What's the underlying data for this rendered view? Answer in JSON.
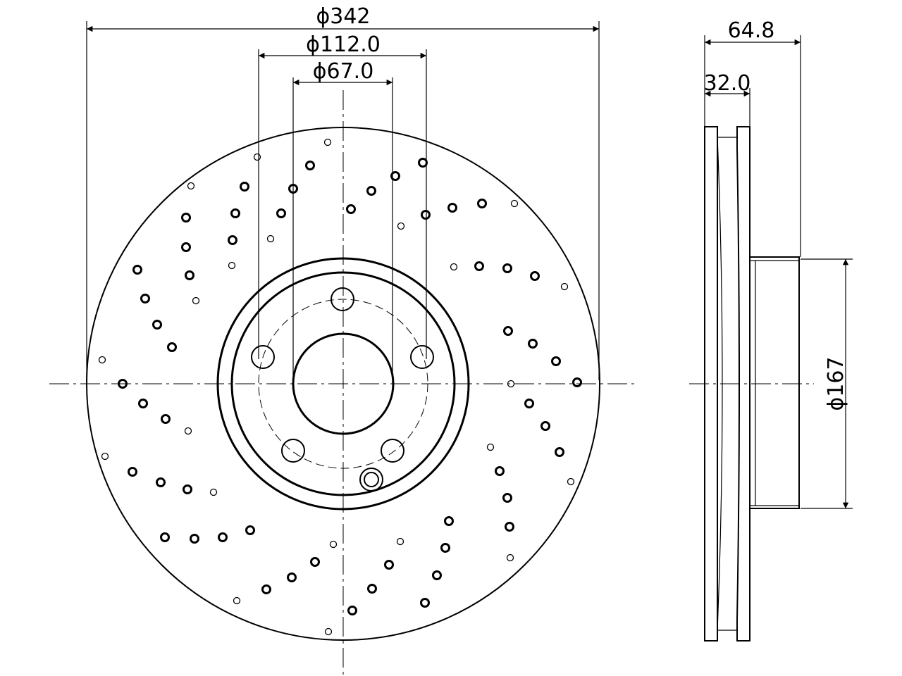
{
  "front_view": {
    "outer_diameter_label": "ϕ342",
    "bolt_circle_label": "ϕ112.0",
    "center_bore_label": "ϕ67.0"
  },
  "side_view": {
    "total_height_label": "64.8",
    "disc_thickness_label": "32.0",
    "hat_diameter_label": "ϕ167"
  }
}
